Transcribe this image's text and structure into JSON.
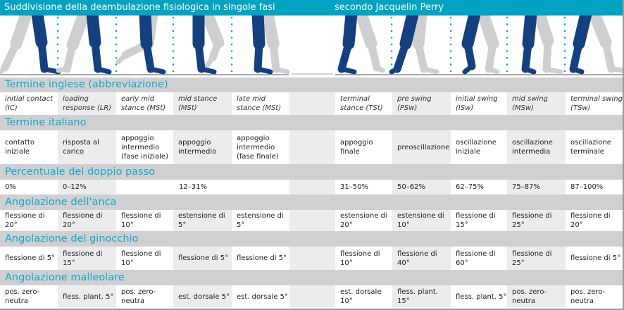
{
  "header": {
    "title_left": "Suddivisione della deambulazione fisiologica in singole fasi",
    "title_right": "secondo Jacquelin Perry"
  },
  "colors": {
    "accent": "#00a3c2",
    "leg_active": "#15407f",
    "leg_passive": "#cfcfcf",
    "section_bg": "#d0d0d2"
  },
  "sections": [
    {
      "title": "Termine inglese (abbreviazione)",
      "italic": true,
      "cells": [
        "initial contact (IC)",
        "loading response (LR)",
        "early mid stance (MSt)",
        "mid stance (MSt)",
        "late mid stance (MSt)",
        "",
        "terminal stance (TSt)",
        "pre swing (PSw)",
        "initial swing (ISw)",
        "mid swing (MSw)",
        "terminal swing (TSw)"
      ]
    },
    {
      "title": "Termine italiano",
      "cells": [
        "contatto iniziale",
        "risposta al carico",
        "appoggio intermedio (fase iniziale)",
        "appoggio intermedio",
        "appoggio intermedio (fase finale)",
        "",
        "appoggio finale",
        "preoscillazione",
        "oscillazione iniziale",
        "oscillazione intermedia",
        "oscillazione terminale"
      ]
    },
    {
      "title": "Percentuale del doppio passo",
      "cells": [
        "0%",
        "0–12%",
        "",
        "12–31%",
        "",
        "",
        "31–50%",
        "50–62%",
        "62–75%",
        "75–87%",
        "87–100%"
      ]
    },
    {
      "title": "Angolazione dell'anca",
      "cells": [
        "flessione di 20°",
        "flessione di 20°",
        "flessione di 10°",
        "estensione di 5°",
        "estensione di 5°",
        "",
        "estensione di 20°",
        "estensione di 10°",
        "flessione di 15°",
        "flessione di 25°",
        "flessione di 20°"
      ]
    },
    {
      "title": "Angolazione del ginocchio",
      "cells": [
        "flessione di 5°",
        "flessione di 15°",
        "flessione di 10°",
        "flessione di 5°",
        "flessione di 5°",
        "",
        "flessione di 10°",
        "flessione di 40°",
        "flessione di 60°",
        "flessione di 25°",
        "flessione di 5°"
      ]
    },
    {
      "title": "Angolazione malleolare",
      "cells": [
        "pos. zero-neutra",
        "fless. plant. 5°",
        "pos. zero-neutra",
        "est. dorsale 5°",
        "est. dorsale 5°",
        "",
        "est. dorsale 10°",
        "fless. plant. 15°",
        "fless. plant. 5°",
        "pos. zero-neutra",
        "pos. zero-neutra"
      ]
    }
  ]
}
